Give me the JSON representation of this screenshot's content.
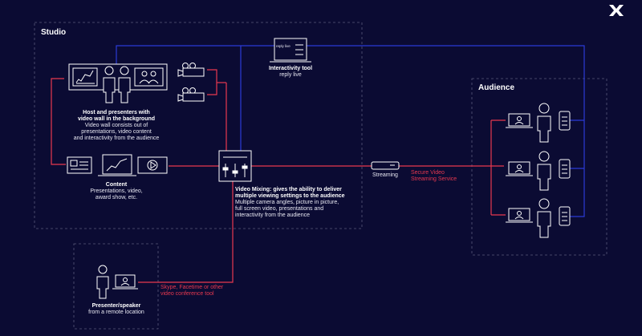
{
  "regions": {
    "studio": "Studio",
    "audience": "Audience"
  },
  "interactivity": {
    "title": "Interactivity tool",
    "subtitle": "reply live",
    "screen_text": "reply live"
  },
  "host": {
    "title_1": "Host and presenters with",
    "title_2": "video wall in the background",
    "desc_1": "Video wall consists out of",
    "desc_2": "presentations, video content",
    "desc_3": "and interactivity from the audience"
  },
  "content": {
    "title": "Content",
    "desc_1": "Presentations, video,",
    "desc_2": "award show, etc."
  },
  "mixing": {
    "title_1": "Video Mixing: gives the ability to deliver",
    "title_2": "multiple viewing settings to the audience",
    "desc_1": "Multiple camera angles, picture in picture,",
    "desc_2": "full screen video, presentations and",
    "desc_3": "interactivity from the audience"
  },
  "streaming": {
    "label": "Streaming",
    "service_1": "Secure Video",
    "service_2": "Streaming Service"
  },
  "remote": {
    "title": "Presenter/speaker",
    "desc": "from a remote location",
    "tool_1": "Skype, Facetime or other",
    "tool_2": "video conference tool"
  },
  "colors": {
    "background": "#0b0b33",
    "blue_line": "#2b3bd6",
    "red_line": "#e8384f",
    "icon_stroke": "#ffffff",
    "dashed_border": "#5a5a7a"
  }
}
